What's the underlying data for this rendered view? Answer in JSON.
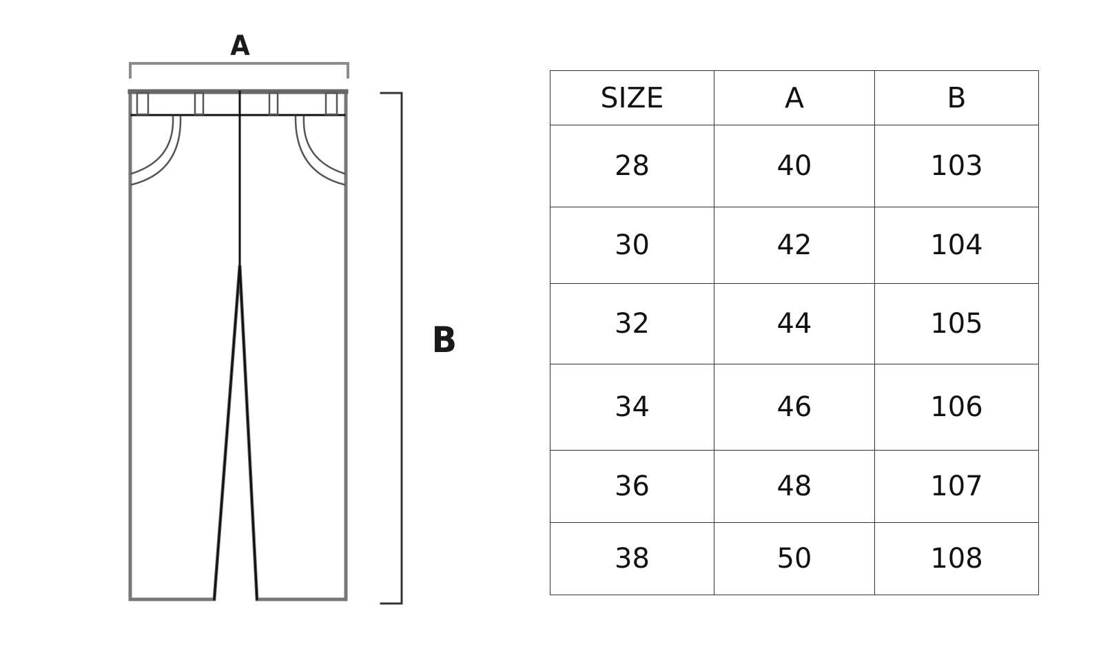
{
  "diagram": {
    "dimension_labels": {
      "width": "A",
      "length": "B"
    },
    "line_color": "#333333"
  },
  "size_table": {
    "headers": [
      "SIZE",
      "A",
      "B"
    ],
    "rows": [
      [
        "28",
        "40",
        "103"
      ],
      [
        "30",
        "42",
        "104"
      ],
      [
        "32",
        "44",
        "105"
      ],
      [
        "34",
        "46",
        "106"
      ],
      [
        "36",
        "48",
        "107"
      ],
      [
        "38",
        "50",
        "108"
      ]
    ]
  }
}
